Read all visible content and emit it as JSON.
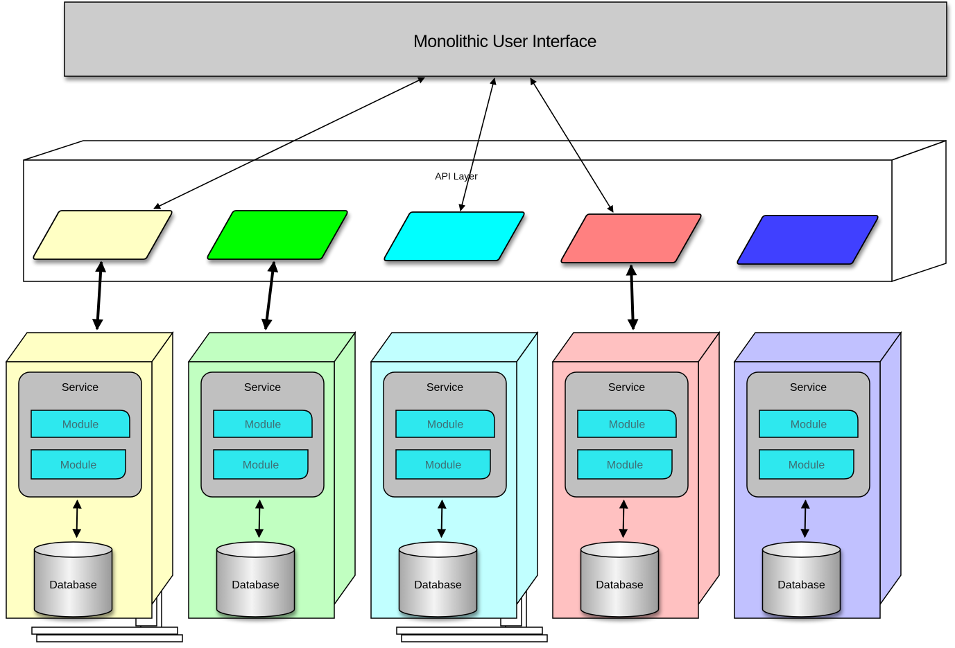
{
  "diagram": {
    "ui_title": "Monolithic User Interface",
    "api_layer_label": "API Layer",
    "api_endpoints": [
      {
        "name": "api-endpoint-yellow",
        "color": "#FFFFC4"
      },
      {
        "name": "api-endpoint-green",
        "color": "#00FF00"
      },
      {
        "name": "api-endpoint-cyan",
        "color": "#00FFFF"
      },
      {
        "name": "api-endpoint-red",
        "color": "#FF8080"
      },
      {
        "name": "api-endpoint-blue",
        "color": "#4040FF"
      }
    ],
    "services": [
      {
        "name": "yellow",
        "color": "#FFFFC4",
        "stacked": true,
        "service_label": "Service",
        "modules": [
          "Module",
          "Module"
        ],
        "database_label": "Database"
      },
      {
        "name": "green",
        "color": "#C1FFC1",
        "stacked": false,
        "service_label": "Service",
        "modules": [
          "Module",
          "Module"
        ],
        "database_label": "Database"
      },
      {
        "name": "cyan",
        "color": "#C1FFFF",
        "stacked": true,
        "service_label": "Service",
        "modules": [
          "Module",
          "Module"
        ],
        "database_label": "Database"
      },
      {
        "name": "red",
        "color": "#FFC1C1",
        "stacked": false,
        "service_label": "Service",
        "modules": [
          "Module",
          "Module"
        ],
        "database_label": "Database"
      },
      {
        "name": "blue",
        "color": "#C1C1FF",
        "stacked": false,
        "service_label": "Service",
        "modules": [
          "Module",
          "Module"
        ],
        "database_label": "Database"
      }
    ],
    "ui_to_api_links": [
      "yellow",
      "cyan",
      "red"
    ],
    "api_to_service_links": [
      "yellow",
      "green",
      "red"
    ],
    "colors": {
      "ui_fill": "#CCCCCC",
      "service_panel": "#C0C0C0",
      "module_fill": "#2EE8EE"
    }
  }
}
